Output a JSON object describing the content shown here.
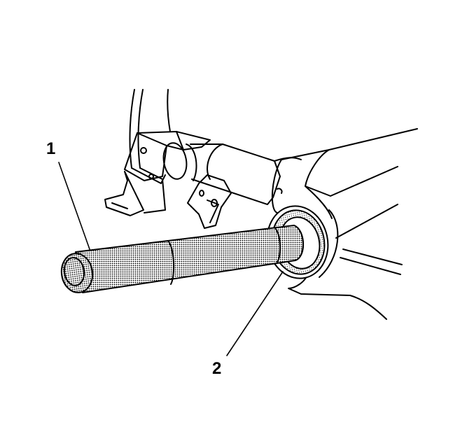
{
  "callouts": [
    {
      "id": "1",
      "text": "1"
    },
    {
      "id": "2",
      "text": "2"
    }
  ],
  "colors": {
    "line": "#000000",
    "background": "#ffffff",
    "stipple": "#000000"
  }
}
